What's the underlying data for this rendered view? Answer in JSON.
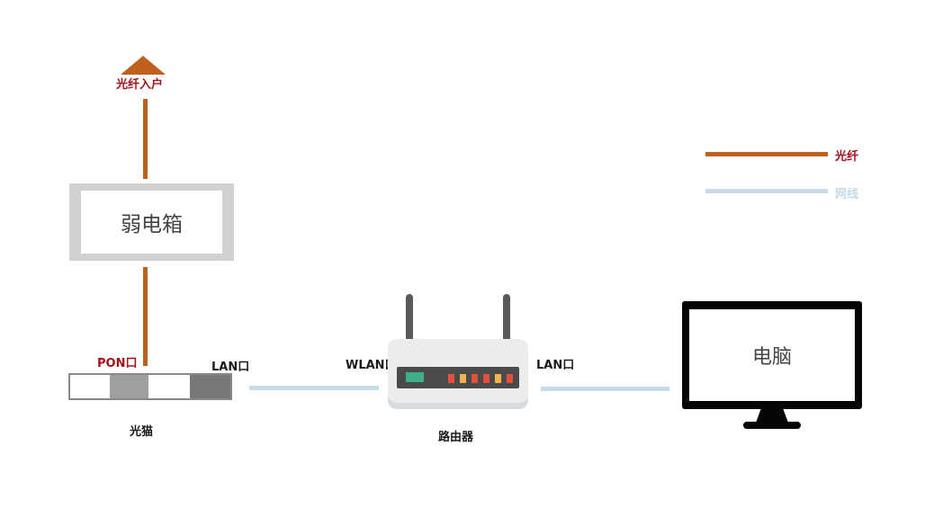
{
  "diagram": {
    "fiber_entry_label": "光纤入户",
    "weak_box_label": "弱电箱",
    "pon_port_label": "PON口",
    "modem_lan_label": "LAN口",
    "modem_label": "光猫",
    "router_wlan_label": "WLAN口",
    "router_lan_label": "LAN口",
    "router_label": "路由器",
    "computer_label": "电脑"
  },
  "legend": {
    "fiber_label": "光纤",
    "network_label": "网线"
  },
  "colors": {
    "fiber": "#c0601d",
    "network_cable": "#c5dbe8",
    "label_red": "#a3121c",
    "device_gray": "#d2d0d0"
  },
  "icons": [
    "up-arrow-icon",
    "router-icon",
    "monitor-icon",
    "modem-icon"
  ]
}
